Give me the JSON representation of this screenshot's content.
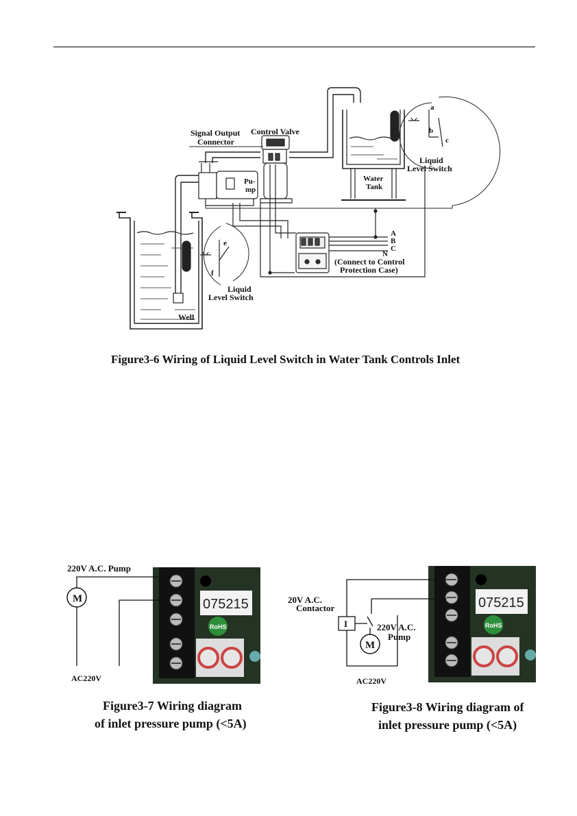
{
  "figure1": {
    "labels": {
      "signal_output": "Signal Output",
      "connector": "Connector",
      "control_valve": "Control Valve",
      "pump_1": "Pu-",
      "pump_2": "mp",
      "water": "Water",
      "tank": "Tank",
      "liquid_top": "Liquid",
      "level_switch_top": "Level Switch",
      "a": "a",
      "b": "b",
      "c": "c",
      "e": "e",
      "f": "f",
      "A": "A",
      "B": "B",
      "C": "C",
      "N": "N",
      "connect_1": "(Connect to Control",
      "connect_2": "Protection Case)",
      "liquid_bottom": "Liquid",
      "level_switch_bottom": "Level Switch",
      "well": "Well"
    },
    "caption": "Figure3-6 Wiring of Liquid Level Switch in Water Tank Controls Inlet"
  },
  "figure2": {
    "pump_label": "220V A.C. Pump",
    "motor": "M",
    "ac": "AC220V",
    "pcb_code": "075215",
    "rohs": "RoHS",
    "caption_1": "Figure3-7 Wiring diagram",
    "caption_2": "of inlet pressure pump (<5A)"
  },
  "figure3": {
    "contactor_1": "20V A.C.",
    "contactor_2": "Contactor",
    "relay": "I",
    "motor": "M",
    "pump_1": "220V A.C.",
    "pump_2": "Pump",
    "ac": "AC220V",
    "pcb_code": "075215",
    "rohs": "RoHS",
    "caption_1": "Figure3-8 Wiring diagram of",
    "caption_2": "inlet pressure pump (<5A)"
  }
}
